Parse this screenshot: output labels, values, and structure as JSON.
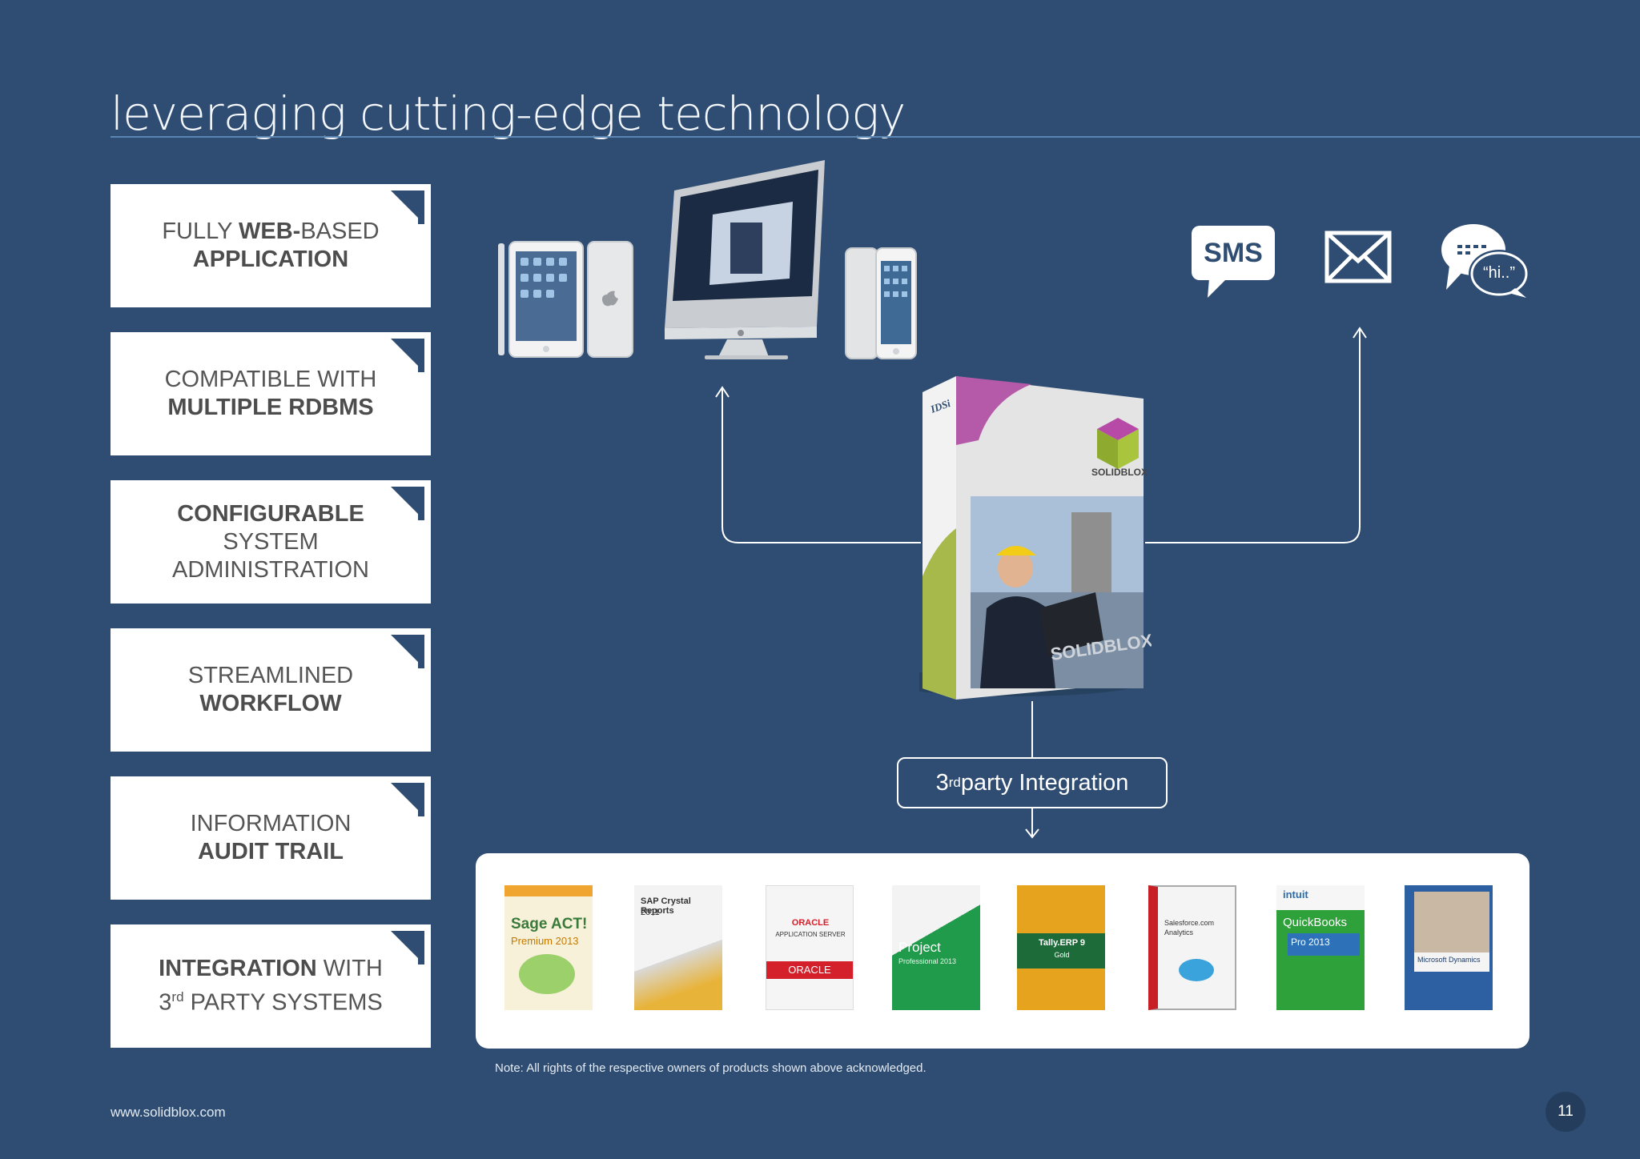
{
  "title": "leveraging cutting-edge technology",
  "features": [
    {
      "lines": [
        [
          "FULLY ",
          "WEB-",
          "BASED"
        ],
        [
          "",
          "APPLICATION",
          ""
        ]
      ]
    },
    {
      "lines": [
        [
          "COMPATIBLE WITH",
          "",
          ""
        ],
        [
          "",
          "MULTIPLE RDBMS",
          ""
        ]
      ]
    },
    {
      "lines": [
        [
          "",
          "CONFIGURABLE",
          ""
        ],
        [
          "SYSTEM",
          "",
          ""
        ],
        [
          "ADMINISTRATION",
          "",
          ""
        ]
      ]
    },
    {
      "lines": [
        [
          "STREAMLINED",
          "",
          ""
        ],
        [
          "",
          "WORKFLOW",
          ""
        ]
      ]
    },
    {
      "lines": [
        [
          "INFORMATION",
          "",
          ""
        ],
        [
          "",
          "AUDIT TRAIL",
          ""
        ]
      ]
    },
    {
      "lines": [
        [
          "",
          "INTEGRATION",
          " WITH"
        ],
        [
          "3",
          "",
          " PARTY SYSTEMS"
        ]
      ]
    }
  ],
  "feature6_sup": "rd",
  "channels": {
    "sms": "SMS",
    "chat": "“hi..”"
  },
  "box": {
    "brand_top": "IDSi",
    "brand": "SOLIDBLOX",
    "brand_bottom": "SOLIDBLOX"
  },
  "integration": {
    "prefix": "3",
    "sup": "rd",
    "suffix": " party Integration"
  },
  "products": [
    {
      "name": "Sage ACT!",
      "sub": "Premium 2013",
      "color": "#f0a531"
    },
    {
      "name": "SAP Crystal Reports",
      "sub": "2011",
      "color": "#e8b339"
    },
    {
      "name": "ORACLE",
      "sub": "APPLICATION SERVER",
      "color": "#d3202a"
    },
    {
      "name": "Project",
      "sub": "Professional 2013",
      "color": "#1f9b4b"
    },
    {
      "name": "Tally.ERP 9",
      "sub": "Gold",
      "color": "#e6a41e"
    },
    {
      "name": "Salesforce.com",
      "sub": "Analytics",
      "color": "#c62026"
    },
    {
      "name": "QuickBooks",
      "sub": "Pro 2013",
      "color": "#2ea13a"
    },
    {
      "name": "Microsoft Dynamics",
      "sub": "",
      "color": "#2d5fa3"
    }
  ],
  "note": "Note: All rights of the respective owners of products shown above acknowledged.",
  "footer": {
    "url": "www.solidblox.com",
    "page": "11"
  }
}
